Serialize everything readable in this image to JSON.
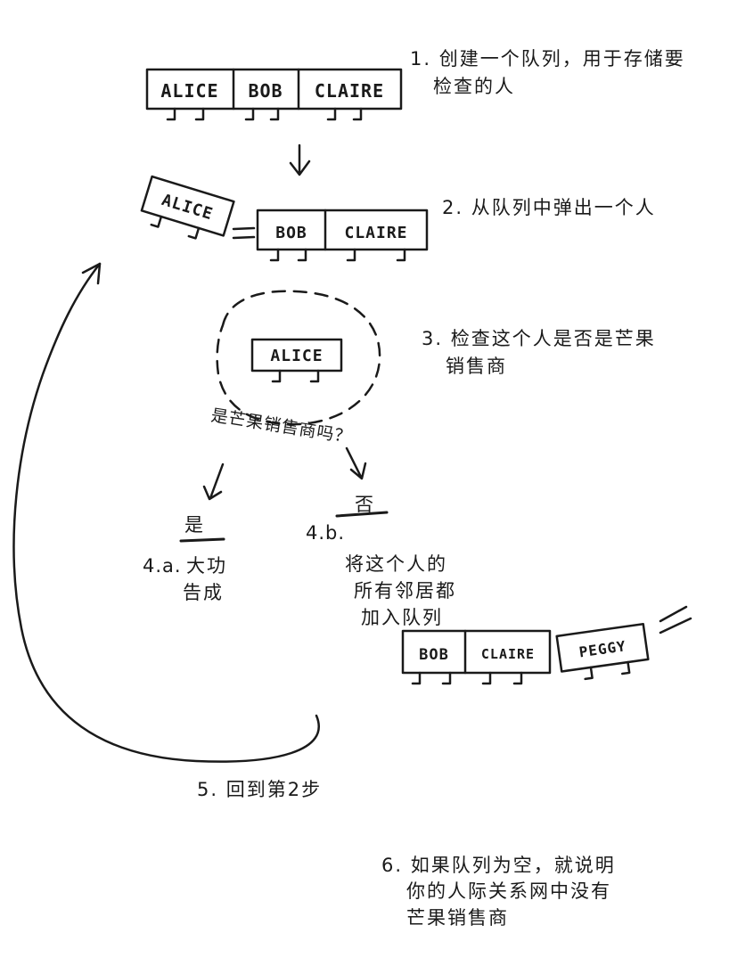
{
  "steps": {
    "step1": {
      "line1": "1. 创建一个队列，用于存储要",
      "line2": "检查的人"
    },
    "step2": "2. 从队列中弹出一个人",
    "step3": {
      "line1": "3. 检查这个人是否是芒果",
      "line2": "销售商"
    },
    "question": "是芒果销售商吗？",
    "yes": "是",
    "no": "否",
    "step4a_number": "4.a.",
    "step4a": {
      "line1": "大功",
      "line2": "告成"
    },
    "step4b_number": "4.b.",
    "step4b": {
      "line1": "将这个人的",
      "line2": "所有邻居都",
      "line3": "加入队列"
    },
    "step5": "5. 回到第2步",
    "step6": {
      "line1": "6. 如果队列为空，就说明",
      "line2": "你的人际关系网中没有",
      "line3": "芒果销售商"
    }
  },
  "queues": {
    "initial": [
      "ALICE",
      "BOB",
      "CLAIRE"
    ],
    "popped": "ALICE",
    "remaining": [
      "BOB",
      "CLAIRE"
    ],
    "checking": "ALICE",
    "after_add": [
      "BOB",
      "CLAIRE",
      "PEGGY"
    ]
  }
}
